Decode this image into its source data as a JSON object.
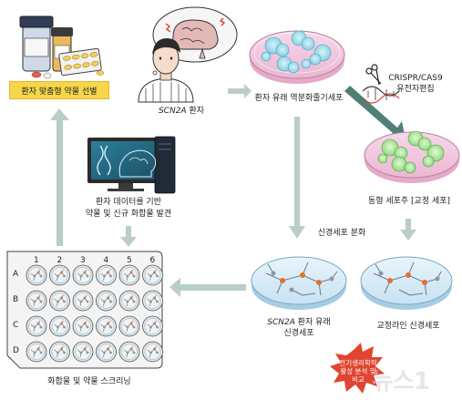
{
  "labels": {
    "drug_selection": "환자 맞춤형 약물 선별",
    "patient": "환자",
    "patient_gene": "SCN2A",
    "ipsc": "환자 유래 역분화줄기세포",
    "crispr": "CRISPR/CAS9",
    "gene_edit": "유전자편집",
    "isogenic": "동형 세포주 [교정 세포]",
    "neural_diff": "신경세포 분화",
    "patient_neuron_gene": "SCN2A",
    "patient_neuron_1": "환자 유래",
    "patient_neuron_2": "신경세포",
    "corrected_neuron": "교정라인 신경세포",
    "drug_discovery_1": "환자 데이터를 기반",
    "drug_discovery_2": "약물 및 신규 화합물 발견",
    "screening": "화합물 및 약물 스크리닝",
    "electro_1": "전기생리학적",
    "electro_2": "활성 분석 및",
    "electro_3": "비교",
    "watermark": "뉴스1"
  },
  "plate": {
    "columns": [
      "1",
      "2",
      "3",
      "4",
      "5",
      "6"
    ],
    "rows": [
      "A",
      "B",
      "C",
      "D"
    ]
  },
  "colors": {
    "arrow": "#b9cdc9",
    "yellow": "#f6d64a",
    "dish_pink": "#f3c6e0",
    "cells_blue": "#8fd6e6",
    "cells_green": "#9be28a",
    "burst": "#e0452f"
  }
}
